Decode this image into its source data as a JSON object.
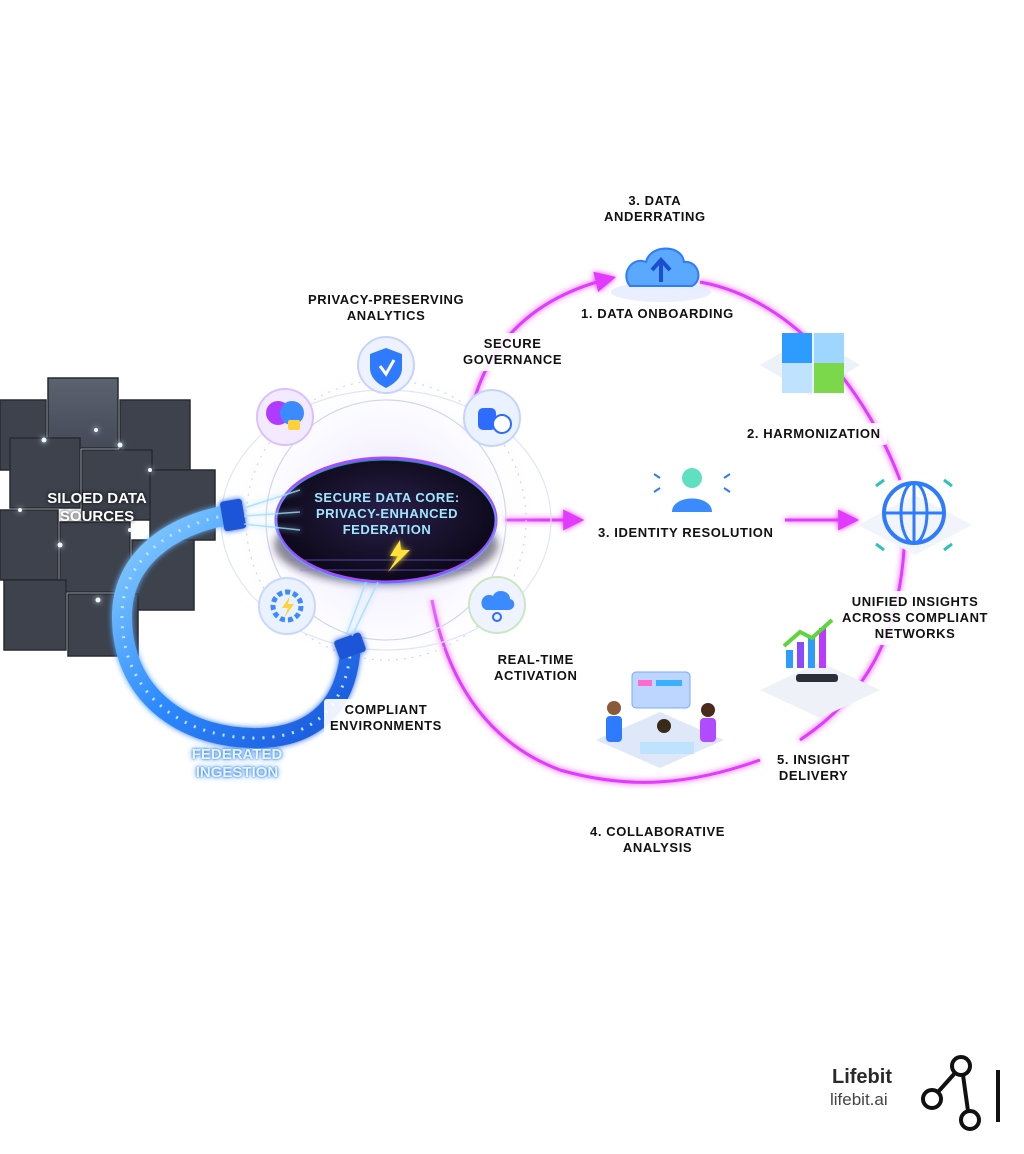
{
  "labels": {
    "data_anderrating": [
      "3. DATA",
      "ANDERRATING"
    ],
    "privacy_analytics": [
      "PRIVACY-PRESERVING",
      "ANALYTICS"
    ],
    "data_onboarding": "1. DATA ONBOARDING",
    "secure_governance": [
      "SECURE",
      "GOVERNANCE"
    ],
    "harmonization": "2. HARMONIZATION",
    "siloed_sources": [
      "SILOED DATA",
      "SOURCES"
    ],
    "core": [
      "SECURE DATA CORE:",
      "PRIVACY-ENHANCED",
      "FEDERATION"
    ],
    "identity_resolution": "3. IDENTITY RESOLUTION",
    "unified_insights": [
      "UNIFIED INSIGHTS",
      "ACROSS COMPLIANT",
      "NETWORKS"
    ],
    "realtime_activation": [
      "REAL-TIME",
      "ACTIVATION"
    ],
    "compliant_env": [
      "COMPLIANT",
      "ENVIRONMENTS"
    ],
    "federated_ingestion": [
      "FEDERATED",
      "INGESTION"
    ],
    "insight_delivery": [
      "5. INSIGHT",
      "DELIVERY"
    ],
    "collab_analysis": [
      "4. COLLABORATIVE",
      "ANALYSIS"
    ]
  },
  "brand": {
    "name": "Lifebit",
    "url": "lifebit.ai"
  },
  "icons": [
    "shield-icon",
    "brain-lock-icon",
    "hand-clock-icon",
    "gear-bolt-icon",
    "cloud-link-icon",
    "cloud-upload-icon",
    "puzzle-icon",
    "person-signal-icon",
    "globe-icon",
    "bar-chart-drone-icon",
    "team-collaboration-icon",
    "server-cubes-icon",
    "lifebit-logo-icon"
  ],
  "colors": {
    "flow_magenta": "#e23bff",
    "cable_blue": "#2e8bff",
    "core_purple": "#9b3cff",
    "core_dark": "#1b1530",
    "cube_gray": "#3a3f4a"
  }
}
